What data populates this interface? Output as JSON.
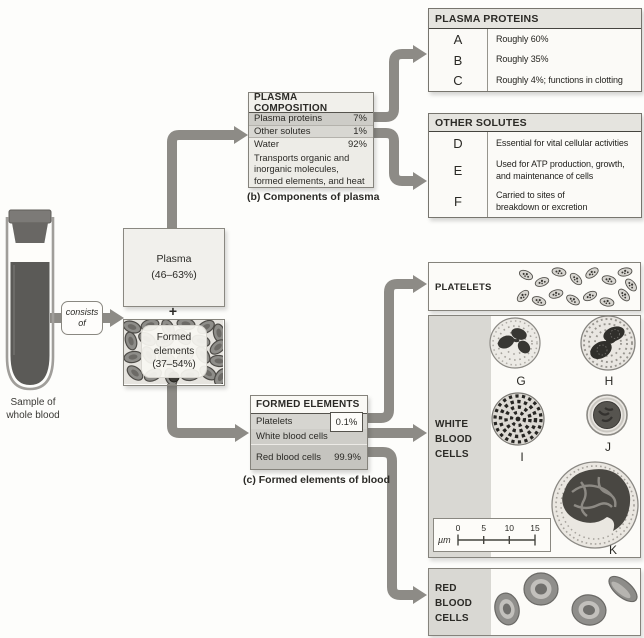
{
  "sample": {
    "label_line1": "Sample of",
    "label_line2": "whole blood"
  },
  "consists_of": "consists of",
  "plasma_box": {
    "name": "Plasma",
    "range": "(46–63%)"
  },
  "plus_sign": "+",
  "formed_box": {
    "line1": "Formed",
    "line2": "elements",
    "line3": "(37–54%)"
  },
  "plasma_composition": {
    "title": "PLASMA COMPOSITION",
    "rows": [
      {
        "label": "Plasma proteins",
        "value": "7%"
      },
      {
        "label": "Other solutes",
        "value": "1%"
      },
      {
        "label": "Water",
        "value": "92%"
      }
    ],
    "note": "Transports organic and inorganic molecules, formed elements, and heat",
    "caption": "(b) Components of plasma"
  },
  "plasma_proteins_table": {
    "title": "PLASMA PROTEINS",
    "rows": [
      {
        "key": "A",
        "desc": "Roughly 60%"
      },
      {
        "key": "B",
        "desc": "Roughly 35%"
      },
      {
        "key": "C",
        "desc": "Roughly 4%; functions in clotting"
      }
    ]
  },
  "other_solutes_table": {
    "title": "OTHER SOLUTES",
    "rows": [
      {
        "key": "D",
        "desc": "Essential for vital cellular activities"
      },
      {
        "key": "E",
        "desc": "Used for ATP production, growth, and maintenance of cells"
      },
      {
        "key": "F",
        "desc": "Carried to sites of breakdown or excretion"
      }
    ]
  },
  "formed_elements": {
    "title": "FORMED ELEMENTS",
    "row_platelets": "Platelets",
    "row_wbc": "White blood cells",
    "row_rbc": "Red blood cells",
    "wbc_platelet_value": "0.1%",
    "rbc_value": "99.9%",
    "caption": "(c) Formed elements of blood"
  },
  "panels": {
    "platelets_label": "PLATELETS",
    "wbc_label": "WHITE BLOOD CELLS",
    "rbc_label": "RED BLOOD CELLS",
    "cell_labels": {
      "g": "G",
      "h": "H",
      "i": "I",
      "j": "J",
      "k": "K"
    },
    "scale_bar": {
      "unit": "µm",
      "ticks": [
        "0",
        "5",
        "10",
        "15"
      ]
    }
  },
  "colors": {
    "arrow": "#8d8b86",
    "strip": "#d9d8d3",
    "shade_dark": "#cdccc7",
    "shade_light": "#ebeae5"
  }
}
